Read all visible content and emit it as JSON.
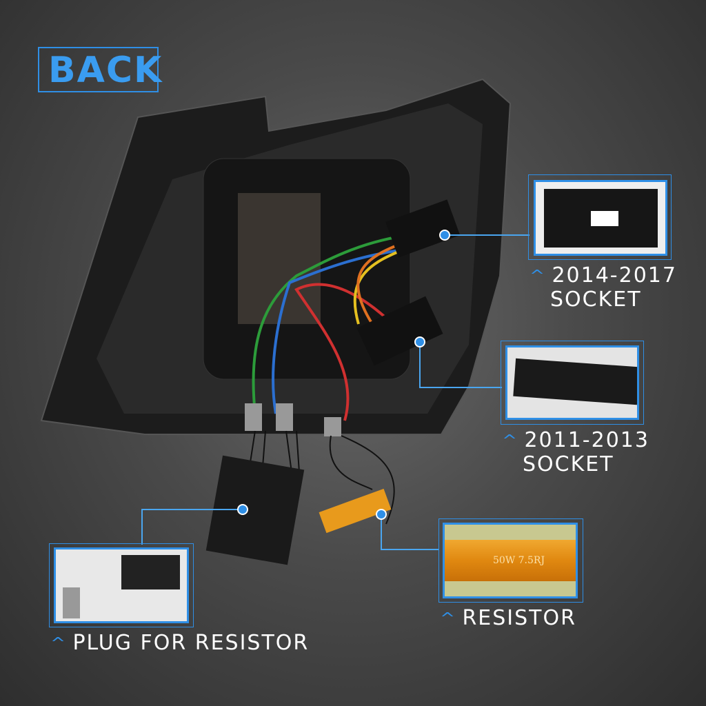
{
  "title": "BACK",
  "callouts": [
    {
      "label_line1": "2014-2017",
      "label_line2": "SOCKET",
      "icon": "chevron-up-icon"
    },
    {
      "label_line1": "2011-2013",
      "label_line2": "SOCKET",
      "icon": "chevron-up-icon"
    },
    {
      "label_line1": "RESISTOR",
      "icon": "chevron-up-icon",
      "resistor_marking": "50W 7.5RJ"
    },
    {
      "label_line1": "PLUG FOR RESISTOR",
      "icon": "chevron-up-icon"
    }
  ],
  "colors": {
    "accent": "#2f8fe6",
    "resistor": "#e89a1c",
    "background": "#4a4a4a"
  }
}
